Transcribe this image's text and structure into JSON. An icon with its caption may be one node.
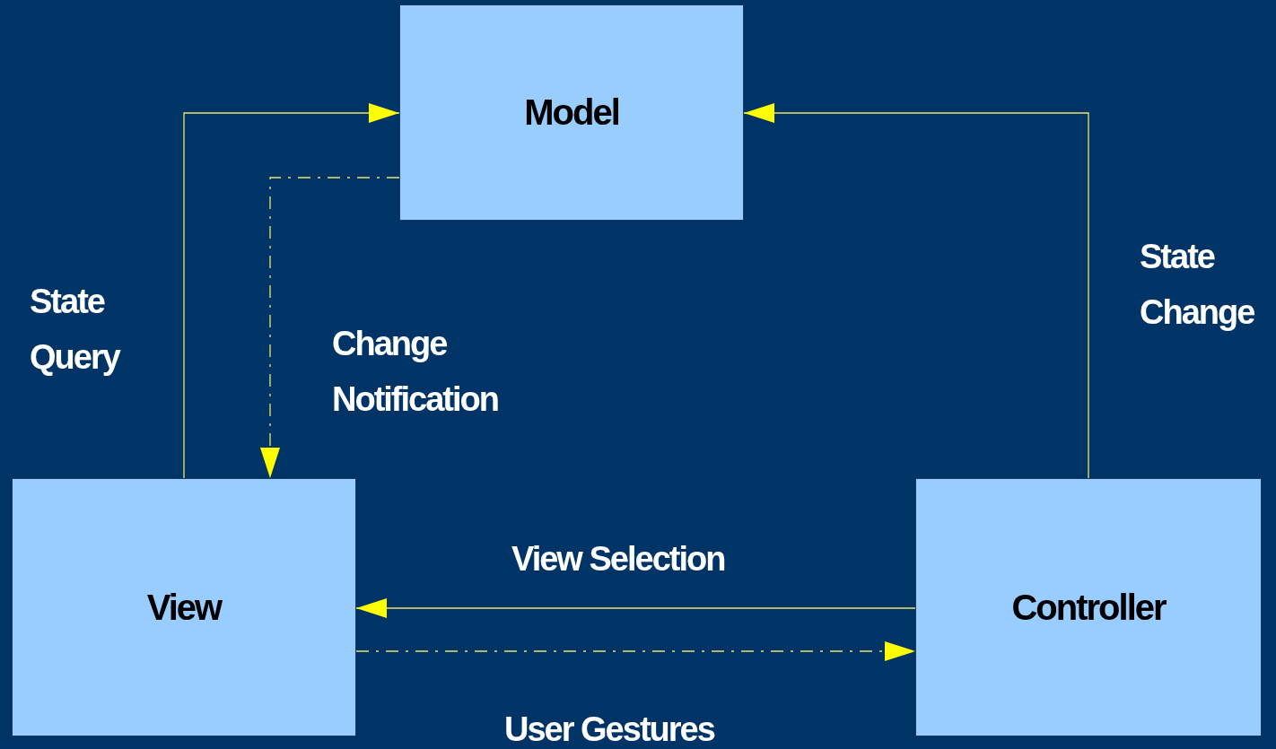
{
  "diagram": {
    "nodes": [
      {
        "text": [
          "Model"
        ]
      },
      {
        "text": [
          "View"
        ]
      },
      {
        "text": [
          "Controller"
        ]
      }
    ],
    "edges": [
      {
        "from": 1,
        "to": 0,
        "arrow": "to",
        "label": "State Query"
      },
      {
        "from": 0,
        "to": 1,
        "arrow": "to",
        "label": "Change Notification",
        "style": "dashed"
      },
      {
        "from": 2,
        "to": 0,
        "arrow": "to",
        "label": "State Change"
      },
      {
        "from": 2,
        "to": 1,
        "arrow": "to",
        "label": "View Selection"
      },
      {
        "from": 1,
        "to": 2,
        "arrow": "to",
        "label": "User Gestures",
        "style": "dashed"
      }
    ]
  }
}
